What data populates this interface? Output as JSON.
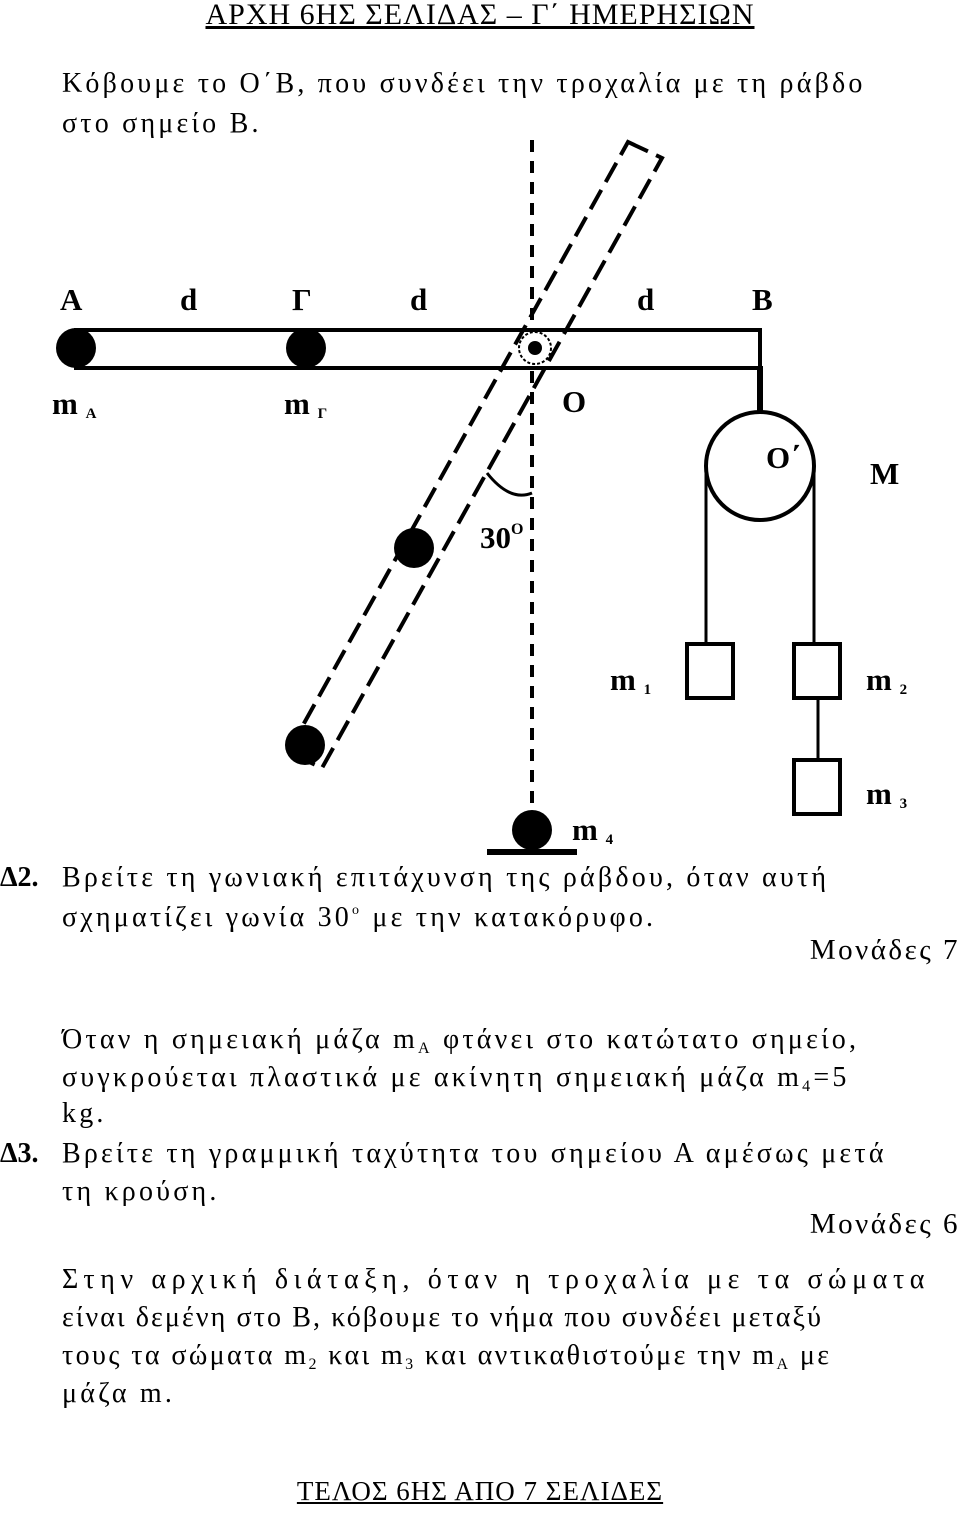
{
  "header_top": "ΑΡΧΗ 6ΗΣ ΣΕΛΙΔΑΣ – Γ΄ ΗΜΕΡΗΣΙΩΝ",
  "intro": {
    "line1": "Κόβουμε το Ο΄Β, που συνδέει την τροχαλία με τη ράβδο",
    "line2": "στο σημείο Β."
  },
  "diagram": {
    "label_A": "A",
    "label_d1": "d",
    "label_G": "Γ",
    "label_d2": "d",
    "label_d3": "d",
    "label_B": "B",
    "label_m": "m",
    "sub_A": "Α",
    "sub_G": "Γ",
    "label_O": "O",
    "label_O_prime": "O΄",
    "label_M": "M",
    "angle_value": "30",
    "angle_unit": "O",
    "sub_1": "1",
    "sub_2": "2",
    "sub_3": "3",
    "sub_4": "4"
  },
  "q2": {
    "number": "Δ2.",
    "line1": "Βρείτε τη γωνιακή επιτάχυνση της ράβδου, όταν αυτή",
    "line2a": "σχηματίζει γωνία 30",
    "line2sup": "ο",
    "line2b": " με την κατακόρυφο.",
    "marks": "Μονάδες 7"
  },
  "p3": {
    "line1a": "Όταν η σημειακή μάζα m",
    "line1sub": "Α",
    "line1b": " φτάνει στο κατώτατο σημείο,",
    "line2a": "συγκρούεται πλαστικά με ακίνητη σημειακή μάζα m",
    "line2sub": "4",
    "line2b": "=5",
    "line3": "kg."
  },
  "q3": {
    "number": "Δ3.",
    "line1": "Βρείτε τη γραμμική ταχύτητα του σημείου Α αμέσως μετά",
    "line2": "τη κρούση.",
    "marks": "Μονάδες 6"
  },
  "p4": {
    "line1": "Στην αρχική διάταξη, όταν η τροχαλία με τα σώματα",
    "line2a": "είναι δεμένη στο Β, κόβουμε το νήμα που συνδέει μεταξύ",
    "line3a": "τους τα σώματα m",
    "line3sub1": "2",
    "line3b": " και m",
    "line3sub2": "3",
    "line3c": " και αντικαθιστούμε την m",
    "line3sub3": "Α",
    "line3d": " με",
    "line4": "μάζα m."
  },
  "footer": "ΤΕΛΟΣ 6ΗΣ ΑΠΟ 7 ΣΕΛΙΔΕΣ"
}
